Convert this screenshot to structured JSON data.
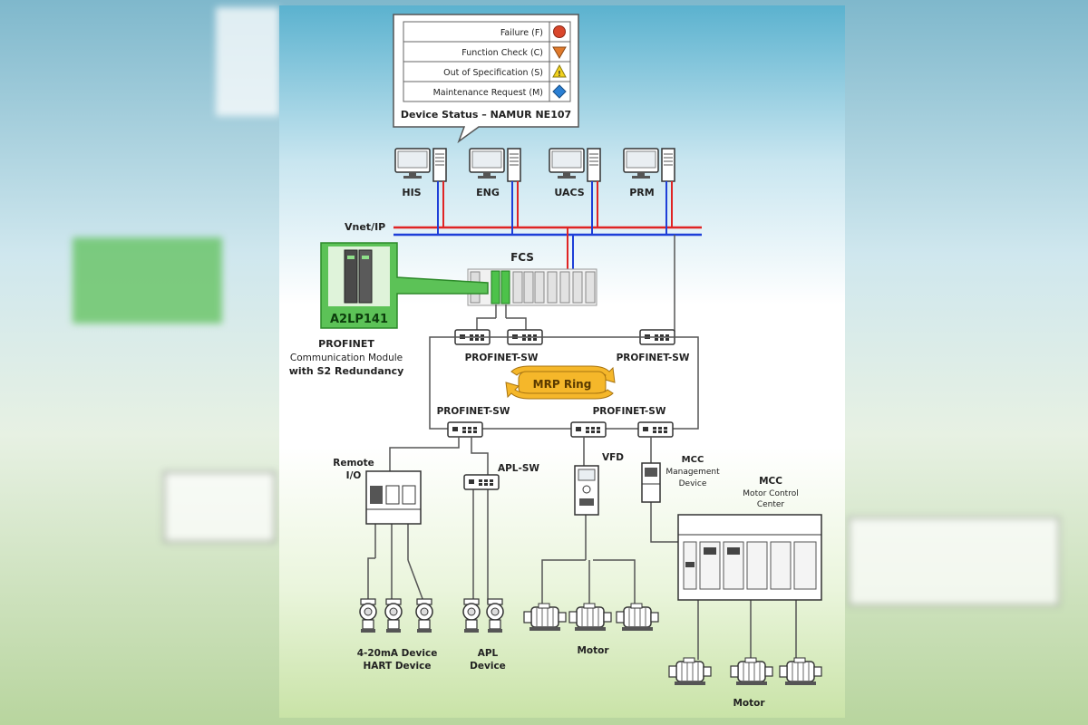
{
  "legend": {
    "title": "Device Status – NAMUR NE107",
    "rows": [
      {
        "label": "Failure (F)",
        "color": "#d9462b",
        "shape": "circle-icon"
      },
      {
        "label": "Function Check (C)",
        "color": "#e07a2c",
        "shape": "triangle-down-icon"
      },
      {
        "label": "Out of Specification (S)",
        "color": "#f2d21c",
        "shape": "warning-triangle-icon"
      },
      {
        "label": "Maintenance Request (M)",
        "color": "#2a7fd4",
        "shape": "diamond-icon"
      }
    ]
  },
  "stations": [
    "HIS",
    "ENG",
    "UACS",
    "PRM"
  ],
  "network": {
    "vnet": "Vnet/IP",
    "fcs": "FCS",
    "mrp": "MRP Ring"
  },
  "switches": {
    "sw_top_left": "PROFINET-SW",
    "sw_top_right": "PROFINET-SW",
    "sw_bottom_left": "PROFINET-SW",
    "sw_bottom_right": "PROFINET-SW",
    "apl_sw": "APL-SW"
  },
  "module": {
    "name": "A2LP141",
    "line1": "PROFINET",
    "line2": "Communication Module",
    "line3": "with S2 Redundancy"
  },
  "devices": {
    "remote_io_1": "Remote",
    "remote_io_2": "I/O",
    "vfd": "VFD",
    "mcc_mgmt_1": "MCC",
    "mcc_mgmt_2": "Management",
    "mcc_mgmt_3": "Device",
    "mcc_1": "MCC",
    "mcc_2": "Motor Control",
    "mcc_3": "Center",
    "field_1a": "4-20mA Device",
    "field_1b": "HART Device",
    "apl_1": "APL",
    "apl_2": "Device",
    "motor_vfd": "Motor",
    "motor_mcc": "Motor"
  },
  "colors": {
    "red_line": "#e02424",
    "blue_line": "#1e3fd8",
    "green": "#3fb53f",
    "mrp": "#f5b72a"
  }
}
